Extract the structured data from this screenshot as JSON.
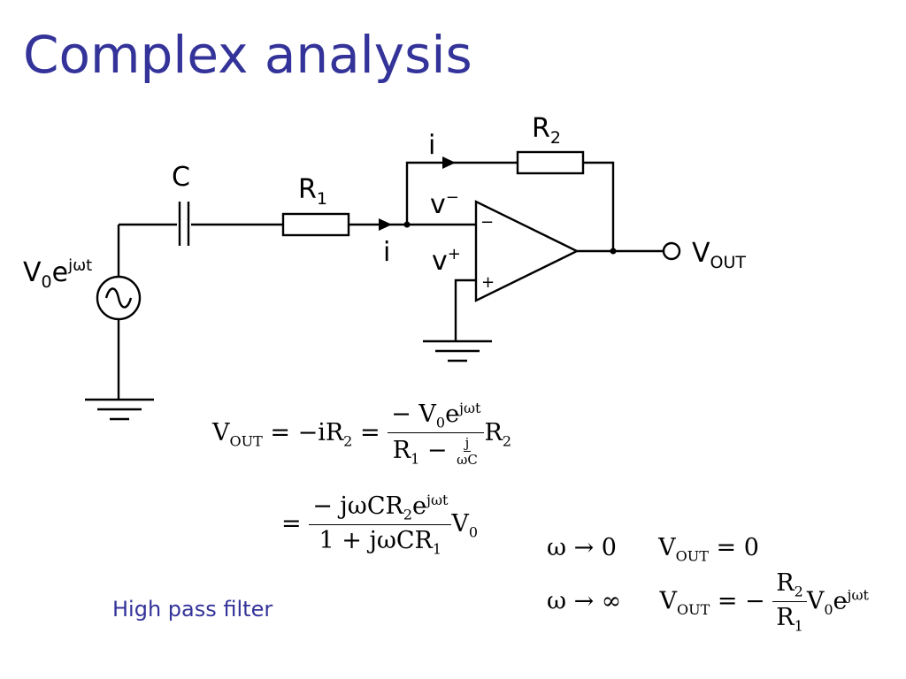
{
  "slide": {
    "title": "Complex analysis",
    "caption": "High pass filter"
  },
  "circuit": {
    "capacitor_label": "C",
    "r1_label": "R",
    "r1_sub": "1",
    "r2_label": "R",
    "r2_sub": "2",
    "current_label_top": "i",
    "current_label_bottom": "i",
    "vminus_label": "v",
    "vminus_sup": "−",
    "vplus_label": "v",
    "vplus_sup": "+",
    "opamp_minus": "−",
    "opamp_plus": "+",
    "source_label": "V",
    "source_sub": "0",
    "source_mid": "e",
    "source_sup": "jωt",
    "vout_label": "V",
    "vout_sub": "OUT"
  },
  "equations": {
    "line1": {
      "lhs": "V",
      "lhs_sub": "OUT",
      "eq1": " = −iR",
      "eq1_sub": "2",
      "eq2": " = ",
      "num_pre": "− V",
      "num_sub": "0",
      "num_mid": "e",
      "num_sup": "jωt",
      "den_pre": "R",
      "den_sub": "1",
      "den_minus": " − ",
      "small_num": "j",
      "small_den": "ωC",
      "post": "R",
      "post_sub": "2"
    },
    "line2": {
      "eq": "= ",
      "num_pre": "− jωCR",
      "num_sub": "2",
      "num_mid": "e",
      "num_sup": "jωt",
      "den_pre": "1 + jωCR",
      "den_sub": "1",
      "post": "V",
      "post_sub": "0"
    },
    "limit1": {
      "cond": "ω → 0",
      "lhs": "V",
      "lhs_sub": "OUT",
      "rhs": " = 0"
    },
    "limit2": {
      "cond": "ω → ∞",
      "lhs": "V",
      "lhs_sub": "OUT",
      "eq": " = −",
      "num": "R",
      "num_sub": "2",
      "den": "R",
      "den_sub": "1",
      "post": "V",
      "post_sub": "0",
      "post_mid": "e",
      "post_sup": "jωt"
    }
  }
}
